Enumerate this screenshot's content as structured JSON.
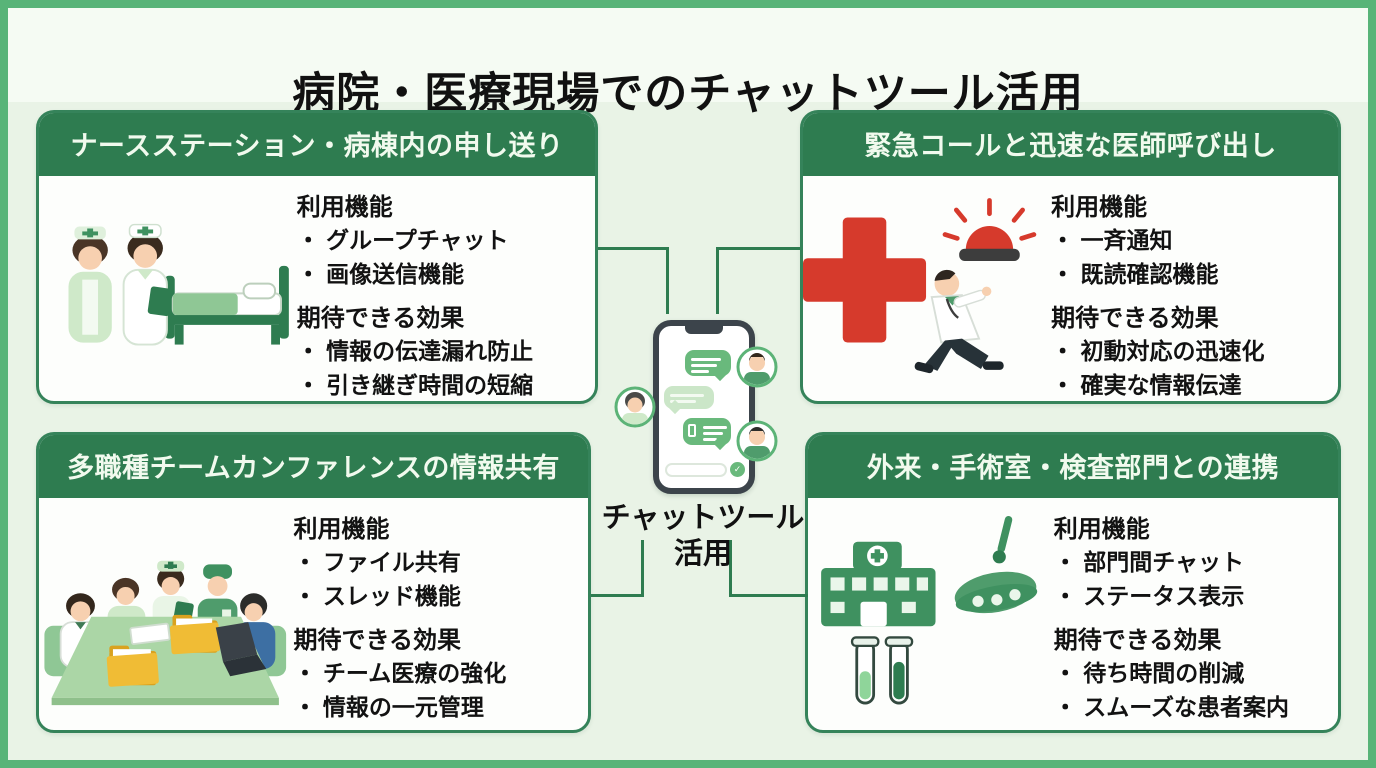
{
  "title": "病院・医療現場でのチャットツール活用",
  "center": {
    "label_line1": "チャットツール",
    "label_line2": "活用",
    "phone_icon": "smartphone-chat-icon",
    "send_glyph": "✓"
  },
  "colors": {
    "frame_green": "#58b478",
    "background": "#e9f3e6",
    "title_band": "#f5fbf3",
    "header_green": "#2e7c50",
    "panel_border": "#35835a",
    "panel_bg": "#fdfefc",
    "bubble_green": "#69b97c",
    "bubble_pale": "#cbe6c8",
    "accent_red": "#d63a2c",
    "text_black": "#121212",
    "header_text": "#f1faee"
  },
  "panels": [
    {
      "header": "ナースステーション・病棟内の申し送り",
      "illustration": "nurses-and-hospital-bed",
      "features_label": "利用機能",
      "features": [
        "グループチャット",
        "画像送信機能"
      ],
      "effects_label": "期待できる効果",
      "effects": [
        "情報の伝達漏れ防止",
        "引き継ぎ時間の短縮"
      ]
    },
    {
      "header": "緊急コールと迅速な医師呼び出し",
      "illustration": "red-cross-running-doctor-siren",
      "features_label": "利用機能",
      "features": [
        "一斉通知",
        "既読確認機能"
      ],
      "effects_label": "期待できる効果",
      "effects": [
        "初動対応の迅速化",
        "確実な情報伝達"
      ]
    },
    {
      "header": "多職種チームカンファレンスの情報共有",
      "illustration": "team-conference-table",
      "features_label": "利用機能",
      "features": [
        "ファイル共有",
        "スレッド機能"
      ],
      "effects_label": "期待できる効果",
      "effects": [
        "チーム医療の強化",
        "情報の一元管理"
      ]
    },
    {
      "header": "外来・手術室・検査部門との連携",
      "illustration": "hospital-building-surgical-lamp-test-tubes",
      "features_label": "利用機能",
      "features": [
        "部門間チャット",
        "ステータス表示"
      ],
      "effects_label": "期待できる効果",
      "effects": [
        "待ち時間の削減",
        "スムーズな患者案内"
      ]
    }
  ]
}
